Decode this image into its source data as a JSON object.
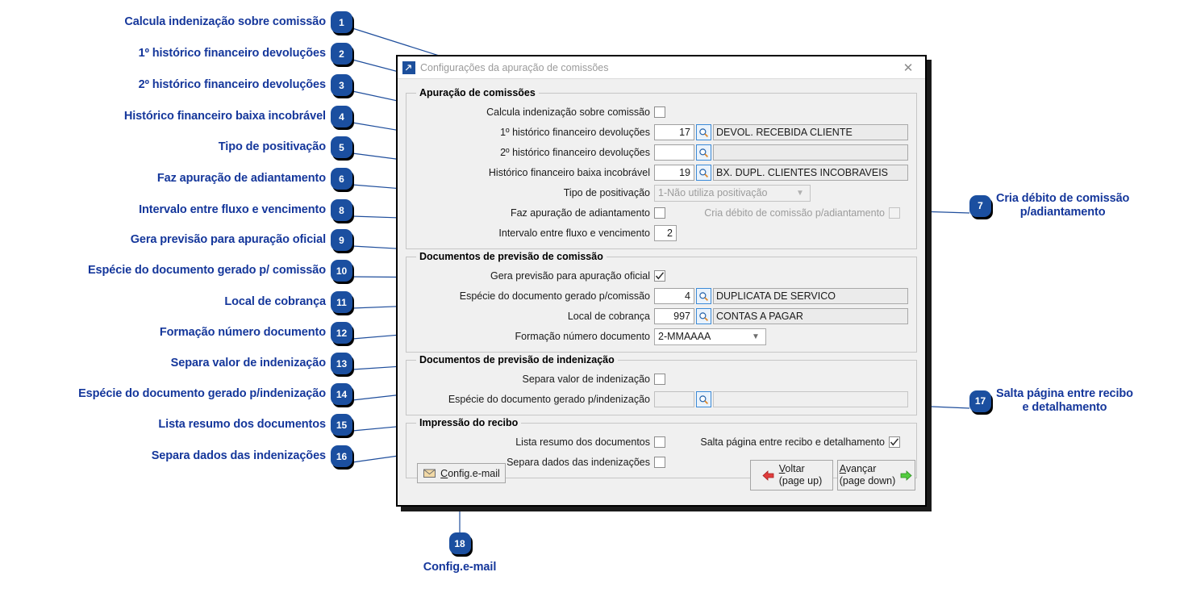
{
  "window": {
    "title": "Configurações da apuração de comissões",
    "app_icon": "app-window-icon",
    "close_icon": "close-icon"
  },
  "groups": {
    "apuracao": {
      "legend": "Apuração de comissões",
      "rows": {
        "calcula_indenizacao": {
          "label": "Calcula indenização sobre comissão",
          "checked": false
        },
        "hist1": {
          "label": "1º histórico financeiro devoluções",
          "code": "17",
          "desc": "DEVOL.  RECEBIDA CLIENTE"
        },
        "hist2": {
          "label": "2º histórico financeiro devoluções",
          "code": "",
          "desc": ""
        },
        "hist_incobravel": {
          "label": "Histórico financeiro baixa incobrável",
          "code": "19",
          "desc": "BX. DUPL. CLIENTES INCOBRAVEIS"
        },
        "tipo_positivacao": {
          "label": "Tipo de positivação",
          "value": "1-Não utiliza positivação",
          "disabled": true
        },
        "faz_adiantamento": {
          "label": "Faz apuração de adiantamento",
          "checked": false
        },
        "cria_debito": {
          "label": "Cria débito de comissão p/adiantamento",
          "checked": false,
          "disabled": true
        },
        "intervalo": {
          "label": "Intervalo entre fluxo e vencimento",
          "value": "2"
        }
      }
    },
    "prev_comissao": {
      "legend": "Documentos de previsão de comissão",
      "rows": {
        "gera_previsao": {
          "label": "Gera previsão para apuração oficial",
          "checked": true
        },
        "especie_comissao": {
          "label": "Espécie do documento gerado p/comissão",
          "code": "4",
          "desc": "DUPLICATA DE SERVICO"
        },
        "local_cobranca": {
          "label": "Local de cobrança",
          "code": "997",
          "desc": "CONTAS A PAGAR"
        },
        "formacao_numero": {
          "label": "Formação número documento",
          "value": "2-MMAAAA"
        }
      }
    },
    "prev_indenizacao": {
      "legend": "Documentos de previsão de indenização",
      "rows": {
        "separa_valor": {
          "label": "Separa valor de indenização",
          "checked": false
        },
        "especie_indenizacao": {
          "label": "Espécie do documento gerado p/indenização",
          "code": "",
          "desc": "",
          "disabled": true
        }
      }
    },
    "impressao": {
      "legend": "Impressão do recibo",
      "rows": {
        "lista_resumo": {
          "label": "Lista resumo dos documentos",
          "checked": false
        },
        "salta_pagina": {
          "label": "Salta página entre recibo e detalhamento",
          "checked": true
        },
        "separa_dados": {
          "label": "Separa dados das indenizações",
          "checked": false
        }
      }
    }
  },
  "footer": {
    "email_button": {
      "label_pre": "C",
      "label_post": "onfig.e-mail",
      "icon": "envelope-icon"
    },
    "voltar_button": {
      "line1_pre": "V",
      "line1_post": "oltar",
      "line2": "(page up)",
      "icon": "arrow-left-red-icon"
    },
    "avancar_button": {
      "line1_pre": "A",
      "line1_post": "vançar",
      "line2": "(page down)",
      "icon": "arrow-right-green-icon"
    }
  },
  "annotations": {
    "colors": {
      "text": "#15379b",
      "badge": "#1b4fa0",
      "line": "#1f4e9c"
    },
    "left": [
      {
        "n": "1",
        "text": "Calcula indenização sobre comissão"
      },
      {
        "n": "2",
        "text": "1º histórico financeiro devoluções"
      },
      {
        "n": "3",
        "text": "2º histórico financeiro devoluções"
      },
      {
        "n": "4",
        "text": "Histórico financeiro baixa incobrável"
      },
      {
        "n": "5",
        "text": "Tipo de positivação"
      },
      {
        "n": "6",
        "text": "Faz apuração de adiantamento"
      },
      {
        "n": "8",
        "text": "Intervalo entre fluxo e vencimento"
      },
      {
        "n": "9",
        "text": "Gera previsão para apuração oficial"
      },
      {
        "n": "10",
        "text": "Espécie do documento gerado p/ comissão"
      },
      {
        "n": "11",
        "text": "Local de cobrança"
      },
      {
        "n": "12",
        "text": "Formação número documento"
      },
      {
        "n": "13",
        "text": "Separa valor de indenização"
      },
      {
        "n": "14",
        "text": "Espécie do documento gerado p/indenização"
      },
      {
        "n": "15",
        "text": "Lista resumo dos documentos"
      },
      {
        "n": "16",
        "text": "Separa dados das indenizações"
      }
    ],
    "right": [
      {
        "n": "7",
        "line1": "Cria débito de comissão",
        "line2": "p/adiantamento"
      },
      {
        "n": "17",
        "line1": "Salta página entre recibo",
        "line2": "e detalhamento"
      }
    ],
    "below": [
      {
        "n": "18",
        "text": "Config.e-mail"
      }
    ]
  }
}
